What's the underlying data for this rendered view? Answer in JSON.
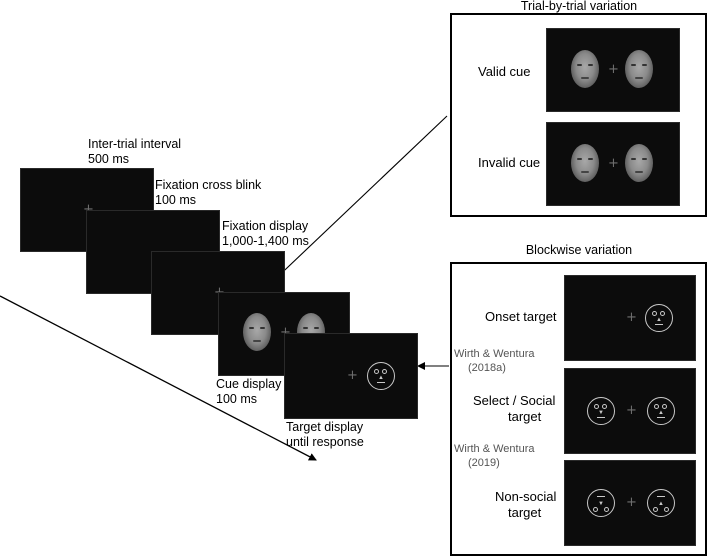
{
  "sequence": {
    "iti_label": "Inter-trial interval",
    "iti_time": "500 ms",
    "blink_label": "Fixation cross blink",
    "blink_time": "100 ms",
    "fixation_label": "Fixation display",
    "fixation_time": "1,000-1,400 ms",
    "cue_label": "Cue display",
    "cue_time": "100 ms",
    "target_label": "Target display",
    "target_time": "until response"
  },
  "trial_panel": {
    "title": "Trial-by-trial variation",
    "valid": "Valid cue",
    "invalid": "Invalid cue"
  },
  "block_panel": {
    "title": "Blockwise variation",
    "onset": "Onset target",
    "select_social_1": "Select / Social",
    "select_social_2": "target",
    "nonsocial_1": "Non-social",
    "nonsocial_2": "target",
    "ref1_a": "Wirth & Wentura",
    "ref1_b": "(2018a)",
    "ref2_a": "Wirth & Wentura",
    "ref2_b": "(2019)"
  },
  "glyphs": {
    "cross": "+"
  },
  "colors": {
    "screen": "#0c0c0c",
    "cross": "#6f6f6f",
    "schematic": "#c8c8c8"
  }
}
